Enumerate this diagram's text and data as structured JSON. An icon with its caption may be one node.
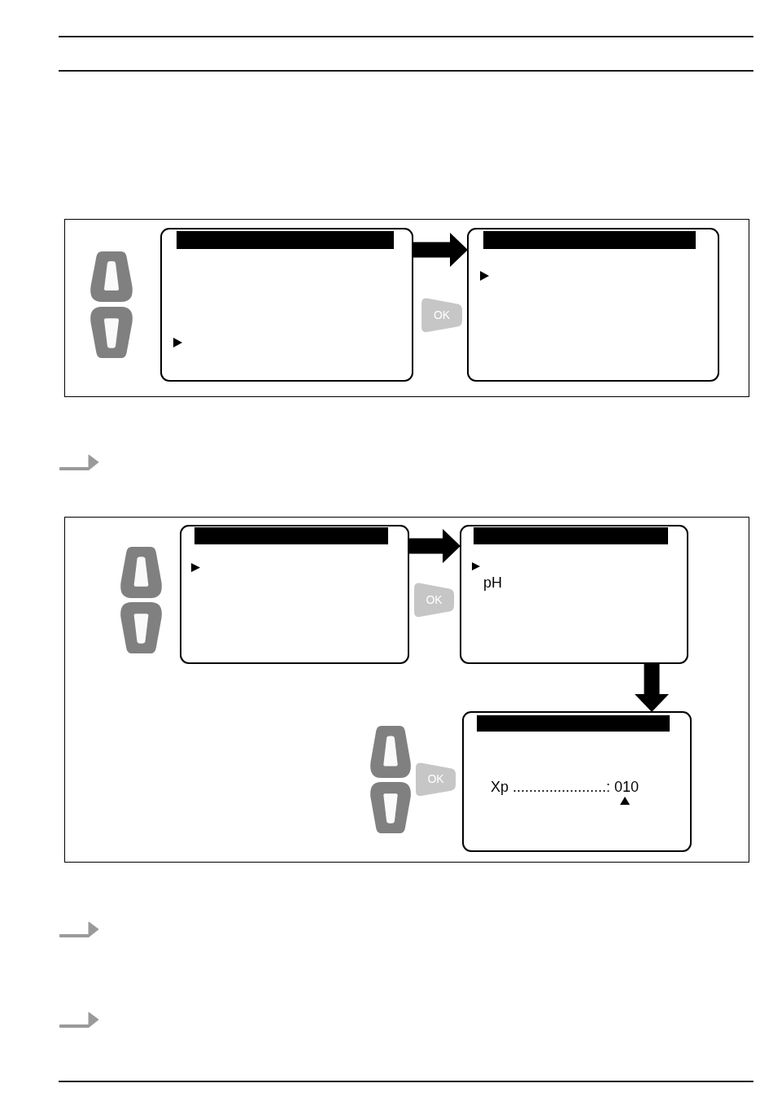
{
  "diagram": {
    "nodes": [
      {
        "text": [],
        "shape": "box"
      },
      {
        "text": [],
        "shape": "box",
        "in": 0
      },
      {
        "text": [],
        "shape": "bar",
        "in": 1
      },
      {
        "text": [
          "OK"
        ],
        "in": 0
      },
      {
        "text": [],
        "shape": "box",
        "in": 0
      },
      {
        "text": [],
        "shape": "bar",
        "in": 4
      },
      {
        "text": [],
        "shape": "box"
      },
      {
        "text": [],
        "shape": "box",
        "in": 6
      },
      {
        "text": [],
        "shape": "bar",
        "in": 7
      },
      {
        "text": [
          "OK"
        ],
        "in": 6
      },
      {
        "text": [
          "pH"
        ],
        "in": 6
      },
      {
        "text": [],
        "shape": "bar",
        "in": 10
      },
      {
        "text": [
          "OK"
        ],
        "in": 6
      },
      {
        "text": [
          "Xp .......................: 010"
        ],
        "in": 6
      },
      {
        "text": [],
        "shape": "bar",
        "in": 13
      }
    ],
    "edges": [
      {
        "from": 1,
        "to": 4,
        "arrow": "to"
      },
      {
        "from": 7,
        "to": 10,
        "arrow": "to"
      },
      {
        "from": 10,
        "to": 13,
        "arrow": "to"
      }
    ]
  }
}
